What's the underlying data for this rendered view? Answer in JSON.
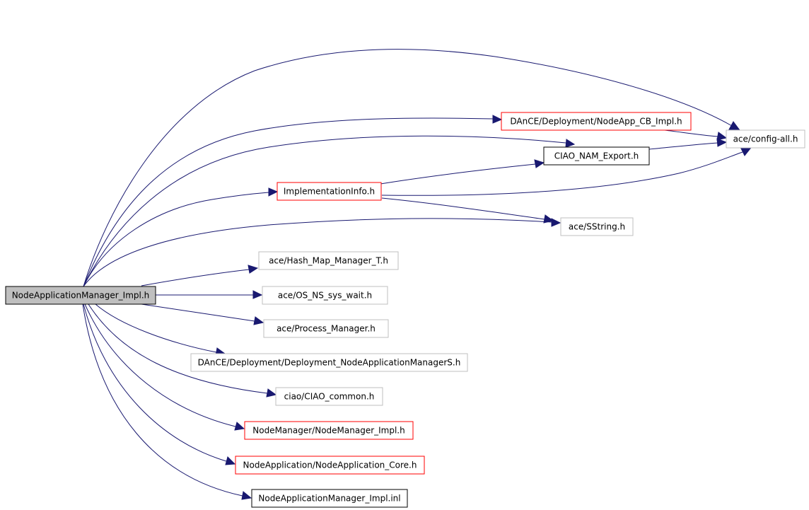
{
  "colors": {
    "edge": "#191970",
    "root_fill": "#bfbfbf",
    "border_documented": "#000000",
    "border_truncated": "#ff0000",
    "border_external": "#bfbfbf"
  },
  "nodes": {
    "root": {
      "label": "NodeApplicationManager_Impl.h",
      "style": "root"
    },
    "nodeapp_cb": {
      "label": "DAnCE/Deployment/NodeApp_CB_Impl.h",
      "style": "truncated"
    },
    "config_all": {
      "label": "ace/config-all.h",
      "style": "external"
    },
    "ciao_nam_export": {
      "label": "CIAO_NAM_Export.h",
      "style": "documented"
    },
    "impl_info": {
      "label": "ImplementationInfo.h",
      "style": "truncated"
    },
    "sstring": {
      "label": "ace/SString.h",
      "style": "external"
    },
    "hash_map": {
      "label": "ace/Hash_Map_Manager_T.h",
      "style": "external"
    },
    "os_ns_sys_wait": {
      "label": "ace/OS_NS_sys_wait.h",
      "style": "external"
    },
    "process_manager": {
      "label": "ace/Process_Manager.h",
      "style": "external"
    },
    "deployment_nams": {
      "label": "DAnCE/Deployment/Deployment_NodeApplicationManagerS.h",
      "style": "external"
    },
    "ciao_common": {
      "label": "ciao/CIAO_common.h",
      "style": "external"
    },
    "node_manager_impl": {
      "label": "NodeManager/NodeManager_Impl.h",
      "style": "truncated"
    },
    "nodeapp_core": {
      "label": "NodeApplication/NodeApplication_Core.h",
      "style": "truncated"
    },
    "nam_impl_inl": {
      "label": "NodeApplicationManager_Impl.inl",
      "style": "documented"
    }
  },
  "edges": [
    [
      "root",
      "config_all"
    ],
    [
      "root",
      "nodeapp_cb"
    ],
    [
      "root",
      "ciao_nam_export"
    ],
    [
      "root",
      "impl_info"
    ],
    [
      "root",
      "sstring"
    ],
    [
      "root",
      "hash_map"
    ],
    [
      "root",
      "os_ns_sys_wait"
    ],
    [
      "root",
      "process_manager"
    ],
    [
      "root",
      "deployment_nams"
    ],
    [
      "root",
      "ciao_common"
    ],
    [
      "root",
      "node_manager_impl"
    ],
    [
      "root",
      "nodeapp_core"
    ],
    [
      "root",
      "nam_impl_inl"
    ],
    [
      "nodeapp_cb",
      "config_all"
    ],
    [
      "ciao_nam_export",
      "config_all"
    ],
    [
      "impl_info",
      "ciao_nam_export"
    ],
    [
      "impl_info",
      "config_all"
    ],
    [
      "impl_info",
      "sstring"
    ]
  ]
}
